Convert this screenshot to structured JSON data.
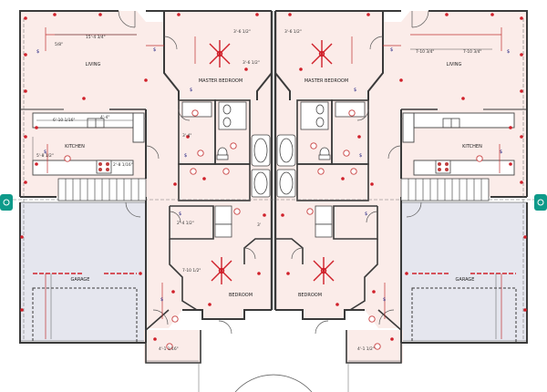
{
  "colors": {
    "floor": "#fbece9",
    "garage": "#e5e6ee",
    "wall": "#3a3a3a",
    "outlet": "#d0202a",
    "switch": "#202080",
    "fixture": "#c84040",
    "wire": "#c03030",
    "node": "#0e9a8a"
  },
  "rooms": {
    "living": "LIVING",
    "master_bedroom": "MASTER BEDROOM",
    "kitchen": "KITCHEN",
    "garage": "GARAGE",
    "bedroom": "BEDROOM"
  },
  "dimensions": {
    "living_left": "15'-4 3/4\"",
    "living_right": "7-10 3/4\"",
    "living_right2": "7-10 3/4\"",
    "master_left": "3'-6 1/2\"",
    "master_right": "3'-6 1/2\"",
    "master_center": "3'-6 1/2\"",
    "kitchen_left": "6'-10 1/16\"",
    "kitchen_left2": "5'-8 1/2\"",
    "kitchen_range": "2'-8 1/16\"",
    "hall_left": "2'-4 1/2\"",
    "bedroom_left": "7-10 1/2\"",
    "porch_left": "4'-1 1/16\"",
    "porch_right": "4'-1 1/2\"",
    "small1": "4'-4\"",
    "small2": "3'-4\"",
    "small3": "5/8\"",
    "small4": "3'"
  }
}
